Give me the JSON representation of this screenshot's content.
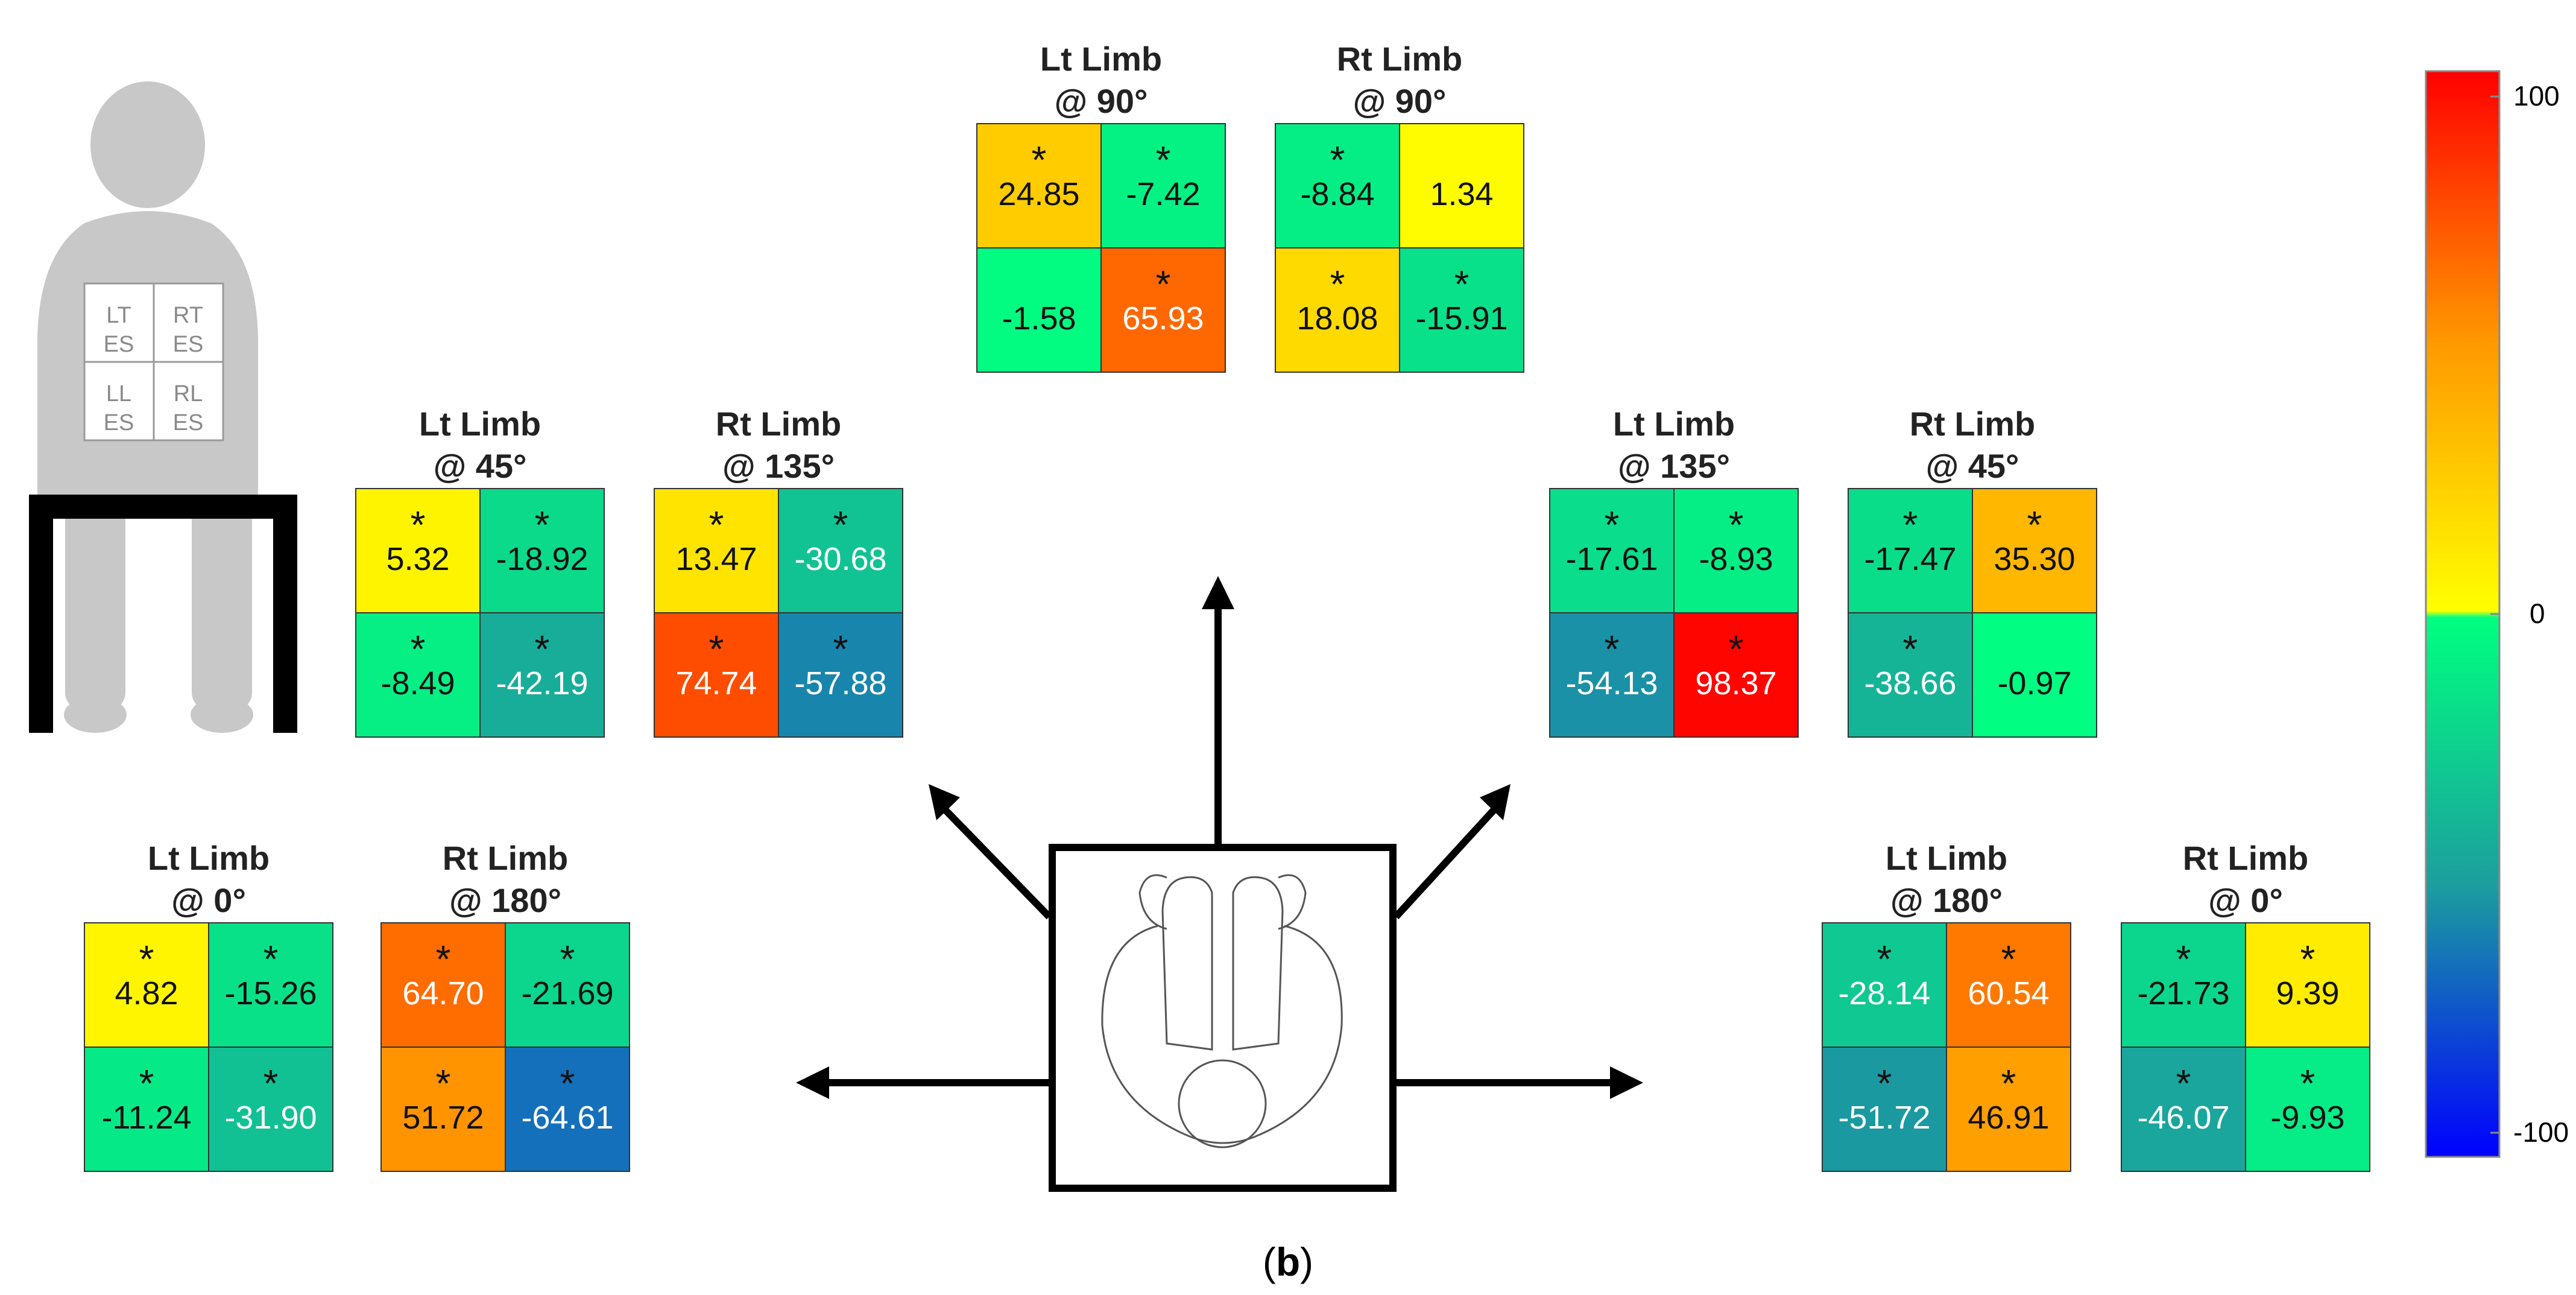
{
  "figure": {
    "caption_label": "b",
    "caption_prefix": "(",
    "caption_suffix": ")"
  },
  "person_diagram": {
    "quadrant_labels": [
      [
        "LT",
        "ES"
      ],
      [
        "RT",
        "ES"
      ],
      [
        "LL",
        "ES"
      ],
      [
        "RL",
        "ES"
      ]
    ]
  },
  "colorbar": {
    "max_label": "100",
    "mid_label": "0",
    "min_label": "-100",
    "colors": {
      "top": "#ff0000",
      "upper_mid": "#ff9900",
      "zero_high": "#ffff00",
      "zero_low": "#00ff80",
      "lower_mid": "#1c9e9e",
      "bottom": "#0000ff"
    }
  },
  "chart_data": {
    "type": "heatmap",
    "value_range": [
      -100,
      100
    ],
    "grid_layout": [
      [
        "LT ES",
        "RT ES"
      ],
      [
        "LL ES",
        "RL ES"
      ]
    ],
    "significance_marker": "*",
    "panels": [
      {
        "id": "lt-0",
        "title": [
          "Lt Limb",
          "@   0°"
        ],
        "values": [
          4.82,
          -15.26,
          -11.24,
          -31.9
        ],
        "labels": [
          "4.82",
          "-15.26",
          "-11.24",
          "-31.90"
        ],
        "sig": [
          true,
          true,
          true,
          true
        ]
      },
      {
        "id": "rt-180",
        "title": [
          "Rt Limb",
          "@ 180°"
        ],
        "values": [
          64.7,
          -21.69,
          51.72,
          -64.61
        ],
        "labels": [
          "64.70",
          "-21.69",
          "51.72",
          "-64.61"
        ],
        "sig": [
          true,
          true,
          true,
          true
        ]
      },
      {
        "id": "lt-45",
        "title": [
          "Lt Limb",
          "@  45°"
        ],
        "values": [
          5.32,
          -18.92,
          -8.49,
          -42.19
        ],
        "labels": [
          "5.32",
          "-18.92",
          "-8.49",
          "-42.19"
        ],
        "sig": [
          true,
          true,
          true,
          true
        ]
      },
      {
        "id": "rt-135",
        "title": [
          "Rt Limb",
          "@ 135°"
        ],
        "values": [
          13.47,
          -30.68,
          74.74,
          -57.88
        ],
        "labels": [
          "13.47",
          "-30.68",
          "74.74",
          "-57.88"
        ],
        "sig": [
          true,
          true,
          true,
          true
        ]
      },
      {
        "id": "lt-90",
        "title": [
          "Lt Limb",
          "@  90°"
        ],
        "values": [
          24.85,
          -7.42,
          -1.58,
          65.93
        ],
        "labels": [
          "24.85",
          "-7.42",
          "-1.58",
          "65.93"
        ],
        "sig": [
          true,
          true,
          false,
          true
        ]
      },
      {
        "id": "rt-90",
        "title": [
          "Rt Limb",
          "@  90°"
        ],
        "values": [
          -8.84,
          1.34,
          18.08,
          -15.91
        ],
        "labels": [
          "-8.84",
          "1.34",
          "18.08",
          "-15.91"
        ],
        "sig": [
          true,
          false,
          true,
          true
        ]
      },
      {
        "id": "lt-135",
        "title": [
          "Lt Limb",
          "@ 135°"
        ],
        "values": [
          -17.61,
          -8.93,
          -54.13,
          98.37
        ],
        "labels": [
          "-17.61",
          "-8.93",
          "-54.13",
          "98.37"
        ],
        "sig": [
          true,
          true,
          true,
          true
        ]
      },
      {
        "id": "rt-45",
        "title": [
          "Rt Limb",
          "@  45°"
        ],
        "values": [
          -17.47,
          35.3,
          -38.66,
          -0.97
        ],
        "labels": [
          "-17.47",
          "35.30",
          "-38.66",
          "-0.97"
        ],
        "sig": [
          true,
          true,
          true,
          false
        ]
      },
      {
        "id": "lt-180",
        "title": [
          "Lt Limb",
          "@ 180°"
        ],
        "values": [
          -28.14,
          60.54,
          -51.72,
          46.91
        ],
        "labels": [
          "-28.14",
          "60.54",
          "-51.72",
          "46.91"
        ],
        "sig": [
          true,
          true,
          true,
          true
        ]
      },
      {
        "id": "rt-0",
        "title": [
          "Rt Limb",
          "@   0°"
        ],
        "values": [
          -21.73,
          9.39,
          -46.07,
          -9.93
        ],
        "labels": [
          "-21.73",
          "9.39",
          "-46.07",
          "-9.93"
        ],
        "sig": [
          true,
          true,
          true,
          true
        ]
      }
    ]
  }
}
